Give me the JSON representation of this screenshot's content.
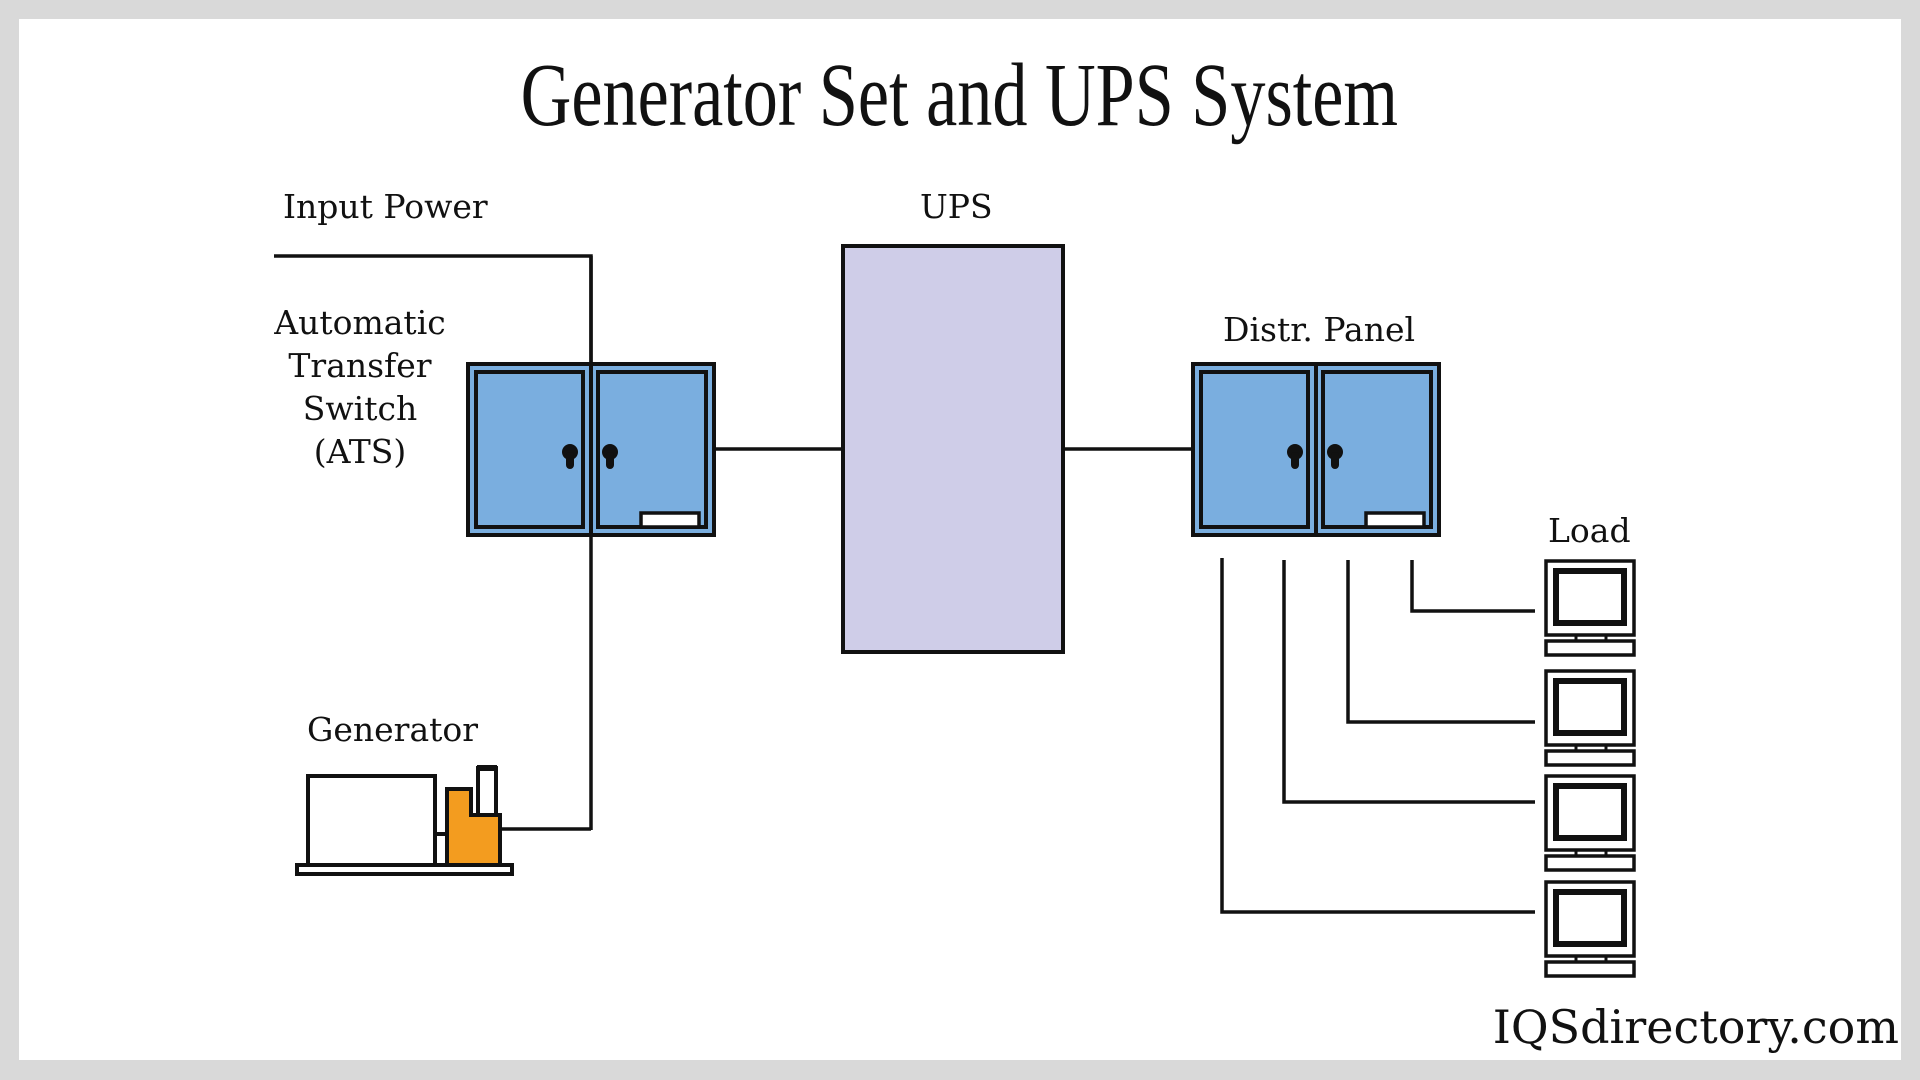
{
  "title": "Generator Set and UPS System",
  "labels": {
    "input_power": "Input Power",
    "ats_lines": [
      "Automatic",
      "Transfer",
      "Switch",
      "(ATS)"
    ],
    "ups": "UPS",
    "distr_panel": "Distr. Panel",
    "load": "Load",
    "generator": "Generator"
  },
  "components": {
    "ats": {
      "name": "Automatic Transfer Switch (ATS)",
      "icon": "cabinet-icon"
    },
    "ups": {
      "name": "UPS",
      "icon": "ups-box"
    },
    "distr_panel": {
      "name": "Distribution Panel",
      "icon": "cabinet-icon"
    },
    "generator": {
      "name": "Generator",
      "icon": "generator-icon"
    },
    "loads": [
      {
        "name": "Load 1",
        "icon": "computer-icon"
      },
      {
        "name": "Load 2",
        "icon": "computer-icon"
      },
      {
        "name": "Load 3",
        "icon": "computer-icon"
      },
      {
        "name": "Load 4",
        "icon": "computer-icon"
      }
    ]
  },
  "connections": [
    {
      "from": "Input Power",
      "to": "ATS"
    },
    {
      "from": "Generator",
      "to": "ATS"
    },
    {
      "from": "ATS",
      "to": "UPS"
    },
    {
      "from": "UPS",
      "to": "Distr. Panel"
    },
    {
      "from": "Distr. Panel",
      "to": "Load 1"
    },
    {
      "from": "Distr. Panel",
      "to": "Load 2"
    },
    {
      "from": "Distr. Panel",
      "to": "Load 3"
    },
    {
      "from": "Distr. Panel",
      "to": "Load 4"
    }
  ],
  "colors": {
    "cabinet_blue": "#7aaedf",
    "ups_lavender": "#cfcde8",
    "generator_orange": "#f39c1f",
    "line": "#111111",
    "background_frame": "#d9d9d9"
  },
  "watermark": "IQSdirectory.com"
}
